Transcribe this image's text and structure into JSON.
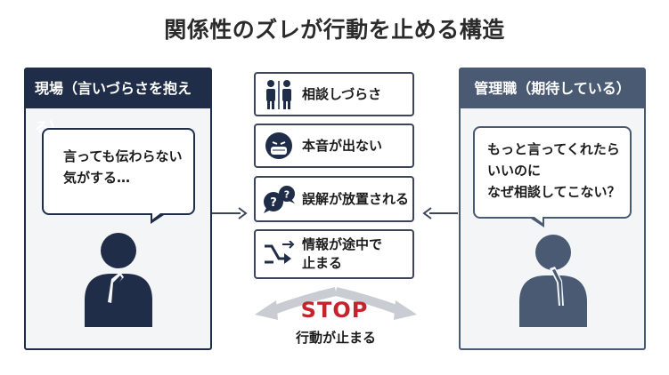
{
  "title": "関係性のズレが行動を止める構造",
  "left_panel": {
    "header": "現場（言いづらさを抱える）",
    "bubble_lines": [
      "言っても伝わらない",
      "気がする…"
    ]
  },
  "right_panel": {
    "header": "管理職（期待している）",
    "bubble_lines": [
      "もっと言ってくれたら",
      "いいのに",
      "なぜ相談してこない？"
    ]
  },
  "center_items": [
    {
      "icon": "people-icon",
      "label": "相談しづらさ"
    },
    {
      "icon": "masked-face-icon",
      "label": "本音が出ない"
    },
    {
      "icon": "speech-question-icon",
      "label": "誤解が放置される"
    },
    {
      "icon": "split-arrow-icon",
      "label": "情報が途中で止まる",
      "lines": [
        "情報が途中で",
        "止まる"
      ]
    }
  ],
  "stop": {
    "sign_text": "STOP",
    "caption": "行動が止まる",
    "accent": "#c6242b"
  },
  "colors": {
    "navy": "#1f2d48",
    "slate": "#4a5a73",
    "panel_bg": "#f4f5f7"
  }
}
